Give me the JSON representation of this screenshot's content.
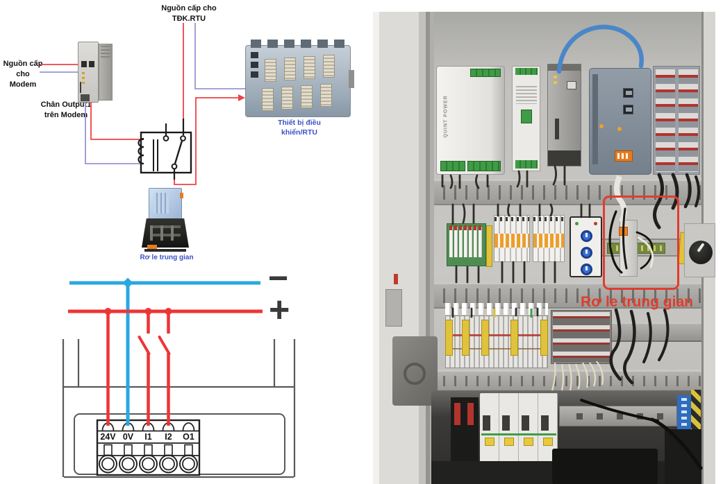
{
  "diagram": {
    "labels": {
      "tdk_supply": [
        "Nguồn cấp cho",
        "TĐK.RTU"
      ],
      "modem_supply": [
        "Nguồn cấp",
        "cho Modem"
      ],
      "modem_output": [
        "Chân Output1",
        "trên Modem"
      ],
      "rtu_device": "Thiết bị điều khiển/RTU",
      "relay_caption": "Rơ le trung gian"
    },
    "symbols": {
      "minus": "−",
      "plus": "+"
    },
    "terminal_block": {
      "labels": [
        "24V",
        "0V",
        "I1",
        "I2",
        "O1"
      ]
    },
    "colors": {
      "bus_negative": "#29a8e0",
      "bus_positive": "#ee3436",
      "wire_red": "#ef4146",
      "wire_purple": "#9695d6",
      "label_blue": "#3c50c4"
    }
  },
  "photo": {
    "annotation_label": "Rơ le trung gian",
    "annotation_color": "#e23c2e",
    "psu_brand": "QUINT POWER"
  }
}
